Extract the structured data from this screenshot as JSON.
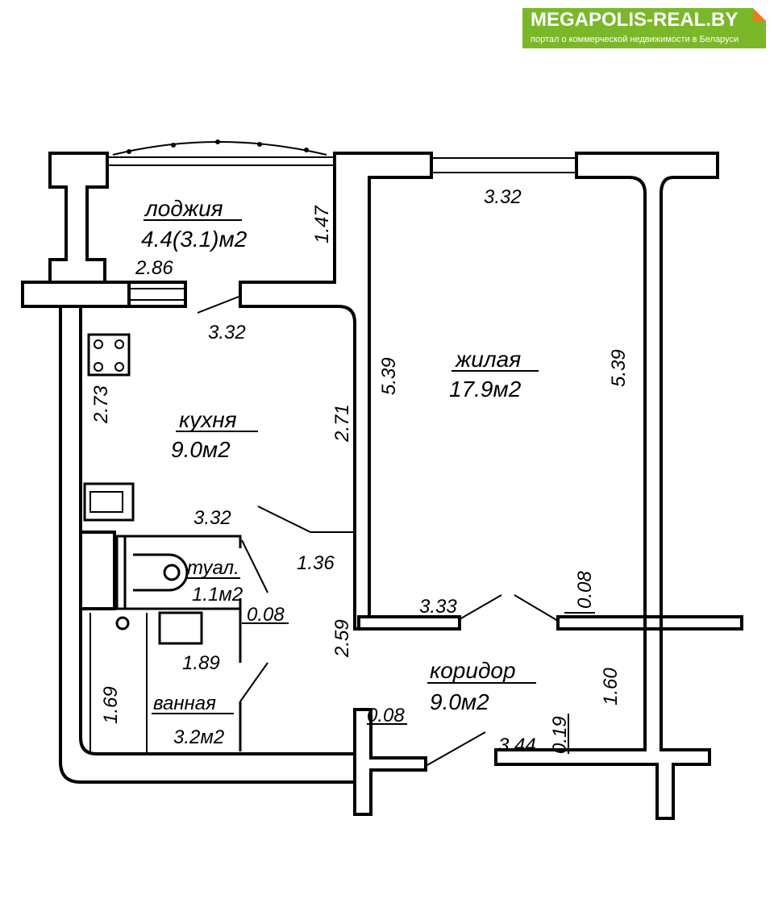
{
  "logo": {
    "title": "MEGAPOLIS-REAL.BY",
    "subtitle": "портал о коммерческой недвижимости в Беларуси"
  },
  "rooms": {
    "loggia": {
      "name": "лоджия",
      "area": "4.4(3.1)м2"
    },
    "living": {
      "name": "жилая",
      "area": "17.9м2"
    },
    "kitchen": {
      "name": "кухня",
      "area": "9.0м2"
    },
    "toilet": {
      "name": "туал.",
      "area": "1.1м2"
    },
    "bathroom": {
      "name": "ванная",
      "area": "3.2м2"
    },
    "corridor": {
      "name": "коридор",
      "area": "9.0м2"
    }
  },
  "dimensions": {
    "loggia_height": "1.47",
    "loggia_width": "2.86",
    "living_top": "3.32",
    "living_left": "5.39",
    "living_right": "5.39",
    "living_bottom": "3.33",
    "living_wall": "0.08",
    "kitchen_top": "3.32",
    "kitchen_left": "2.73",
    "kitchen_right": "2.71",
    "toilet_width": "3.32",
    "toilet_door": "1.36",
    "partition": "0.08",
    "bath_width": "1.89",
    "bath_height": "1.69",
    "corridor_left": "2.59",
    "corridor_wall": "0.08",
    "corridor_right": "1.60",
    "corridor_bottom": "3.44",
    "corridor_step": "0.19"
  }
}
